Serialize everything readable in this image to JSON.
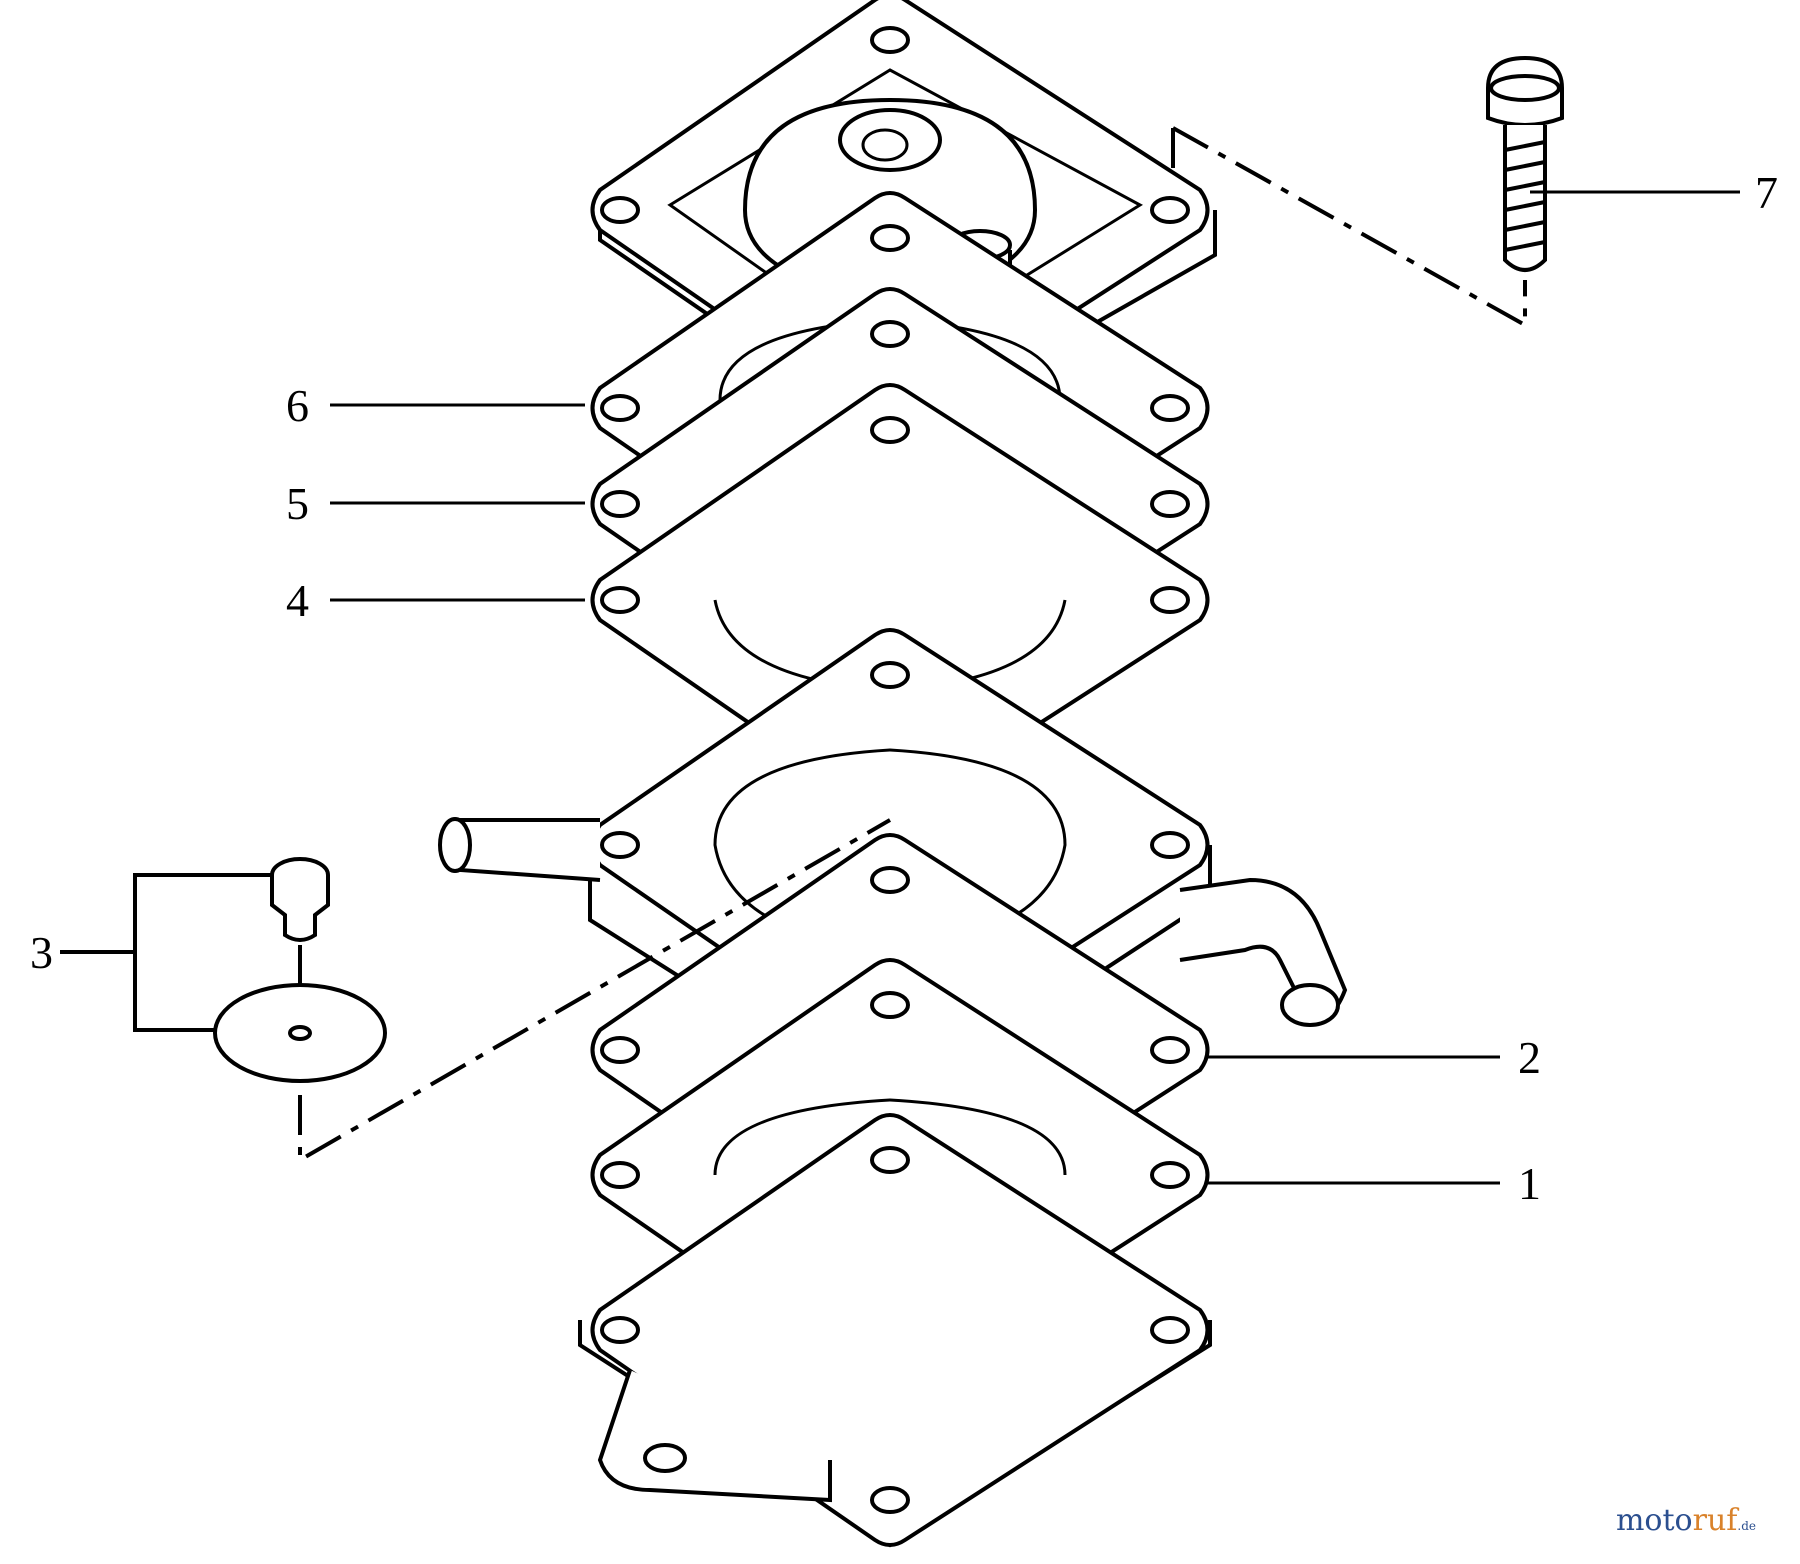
{
  "callouts": {
    "c1": "1",
    "c2": "2",
    "c3": "3",
    "c4": "4",
    "c5": "5",
    "c6": "6",
    "c7": "7"
  },
  "watermark": {
    "text_a": "moto",
    "text_b": "ruf",
    "text_c": ".de"
  },
  "colors": {
    "line": "#000000",
    "watermark_blue": "#2b4f8f",
    "watermark_orange": "#d9822b"
  }
}
